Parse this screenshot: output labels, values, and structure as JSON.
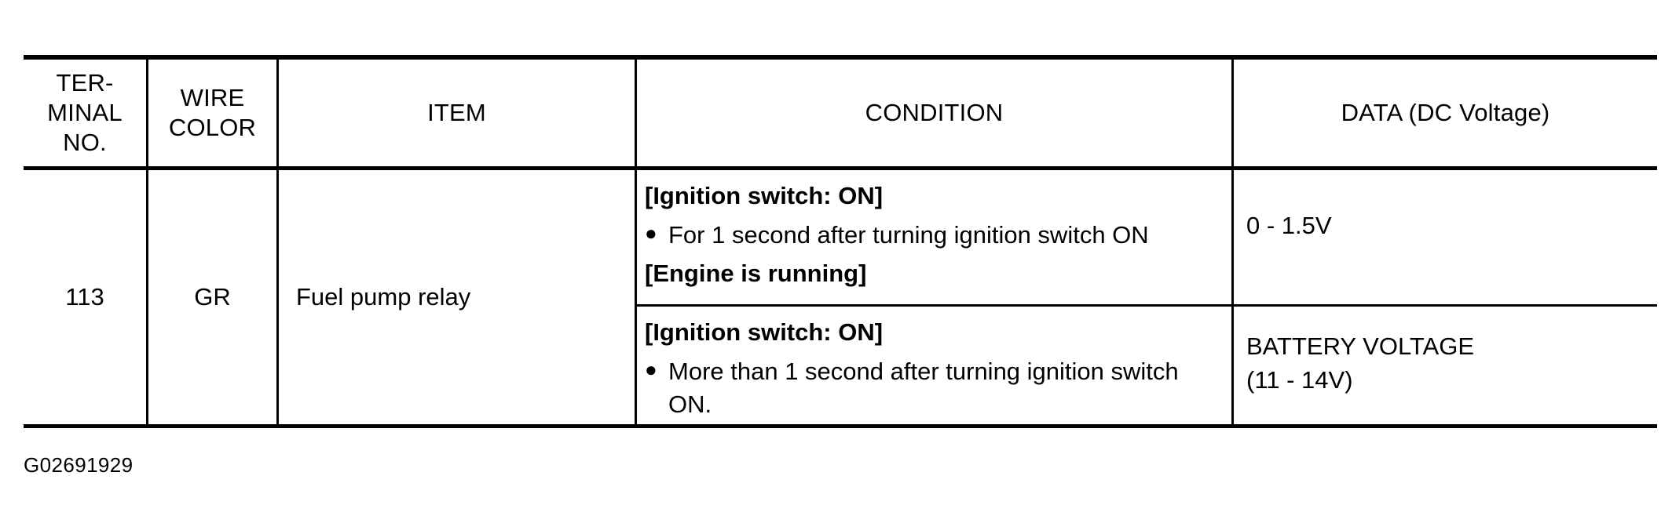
{
  "document": {
    "type": "service-manual-terminal-table",
    "footer_code": "G02691929",
    "ink_color": "#000000",
    "paper_color": "#ffffff"
  },
  "table": {
    "headers": [
      {
        "key": "terminal_no",
        "label": "TER-\nMINAL\nNO.",
        "line1": "TER-",
        "line2": "MINAL",
        "line3": "NO."
      },
      {
        "key": "wire_color",
        "label": "WIRE\nCOLOR",
        "line1": "WIRE",
        "line2": "COLOR"
      },
      {
        "key": "item",
        "label": "ITEM"
      },
      {
        "key": "condition",
        "label": "CONDITION"
      },
      {
        "key": "data",
        "label": "DATA (DC Voltage)"
      }
    ],
    "rows": [
      {
        "terminal_no": "113",
        "wire_color": "GR",
        "item": "Fuel pump relay",
        "sub_rows": [
          {
            "condition_lines": [
              {
                "text": "[Ignition switch: ON]",
                "bold": true,
                "bullet": false
              },
              {
                "text": "For 1 second after turning ignition switch ON",
                "bold": false,
                "bullet": true
              },
              {
                "text": "[Engine is running]",
                "bold": true,
                "bullet": false
              }
            ],
            "data_lines": [
              "0 - 1.5V"
            ]
          },
          {
            "condition_lines": [
              {
                "text": "[Ignition switch: ON]",
                "bold": true,
                "bullet": false
              },
              {
                "text": "More than 1 second after turning ignition switch ON.",
                "bold": false,
                "bullet": true
              }
            ],
            "data_lines": [
              "BATTERY VOLTAGE",
              "(11 - 14V)"
            ]
          }
        ]
      }
    ]
  }
}
